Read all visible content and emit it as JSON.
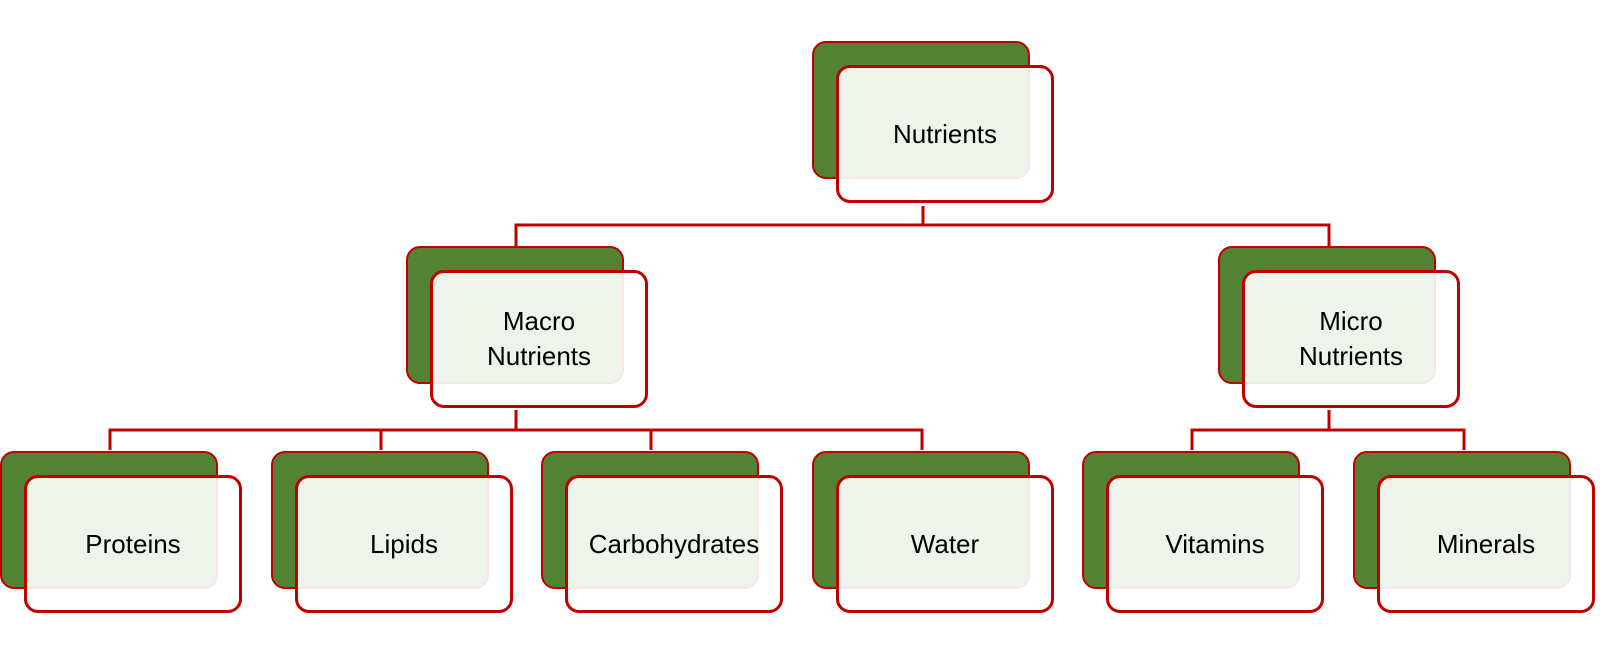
{
  "diagram": {
    "colors": {
      "connector": "#c00000",
      "box_border": "#c00000",
      "shadow_fill": "#548235",
      "box_fill": "#ffffff"
    },
    "root": {
      "label": "Nutrients"
    },
    "groups": [
      {
        "label": "Macro\nNutrients",
        "children": [
          "Proteins",
          "Lipids",
          "Carbohydrates",
          "Water"
        ]
      },
      {
        "label": "Micro\nNutrients",
        "children": [
          "Vitamins",
          "Minerals"
        ]
      }
    ]
  }
}
